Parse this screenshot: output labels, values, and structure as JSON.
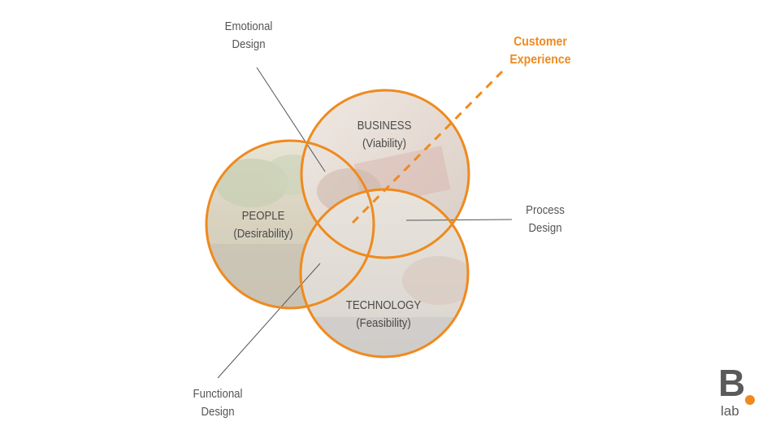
{
  "labels": {
    "emotional": [
      "Emotional",
      "Design"
    ],
    "customer": [
      "Customer",
      "Experience"
    ],
    "process": [
      "Process",
      "Design"
    ],
    "functional": [
      "Functional",
      "Design"
    ]
  },
  "circles": {
    "business": [
      "BUSINESS",
      "(Viability)"
    ],
    "people": [
      "PEOPLE",
      "(Desirability)"
    ],
    "technology": [
      "TECHNOLOGY",
      "(Feasibility)"
    ]
  },
  "logo": {
    "mark": "B",
    "text": "lab"
  },
  "colors": {
    "accent": "#ef8a1f",
    "text": "#555555",
    "line": "#555555"
  }
}
